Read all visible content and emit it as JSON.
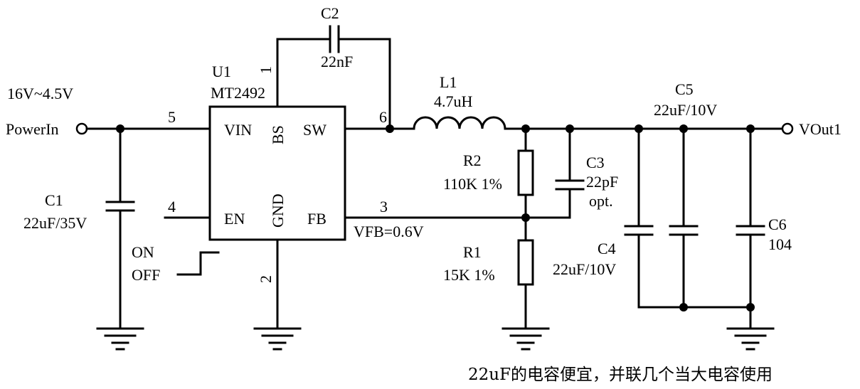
{
  "input": {
    "voltage_range": "16V~4.5V",
    "port_label": "PowerIn"
  },
  "output": {
    "port_label": "VOut1"
  },
  "ic": {
    "designator": "U1",
    "part": "MT2492",
    "pins": {
      "vin": {
        "name": "VIN",
        "number": "5"
      },
      "bs": {
        "name": "BS",
        "number": "1"
      },
      "sw": {
        "name": "SW",
        "number": "6"
      },
      "en": {
        "name": "EN",
        "number": "4"
      },
      "gnd": {
        "name": "GND",
        "number": "2"
      },
      "fb": {
        "name": "FB",
        "number": "3"
      }
    }
  },
  "components": {
    "c1": {
      "ref": "C1",
      "value": "22uF/35V"
    },
    "c2": {
      "ref": "C2",
      "value": "22nF"
    },
    "l1": {
      "ref": "L1",
      "value": "4.7uH"
    },
    "r2": {
      "ref": "R2",
      "value": "110K 1%"
    },
    "c3": {
      "ref": "C3",
      "value": "22pF",
      "note": "opt."
    },
    "r1": {
      "ref": "R1",
      "value": "15K 1%"
    },
    "c4": {
      "ref": "C4",
      "value": "22uF/10V"
    },
    "c5": {
      "ref": "C5",
      "value": "22uF/10V"
    },
    "c6": {
      "ref": "C6",
      "value": "104"
    }
  },
  "switch": {
    "on_label": "ON",
    "off_label": "OFF"
  },
  "feedback_label": "VFB=0.6V",
  "note": "22uF的电容便宜，并联几个当大电容使用"
}
